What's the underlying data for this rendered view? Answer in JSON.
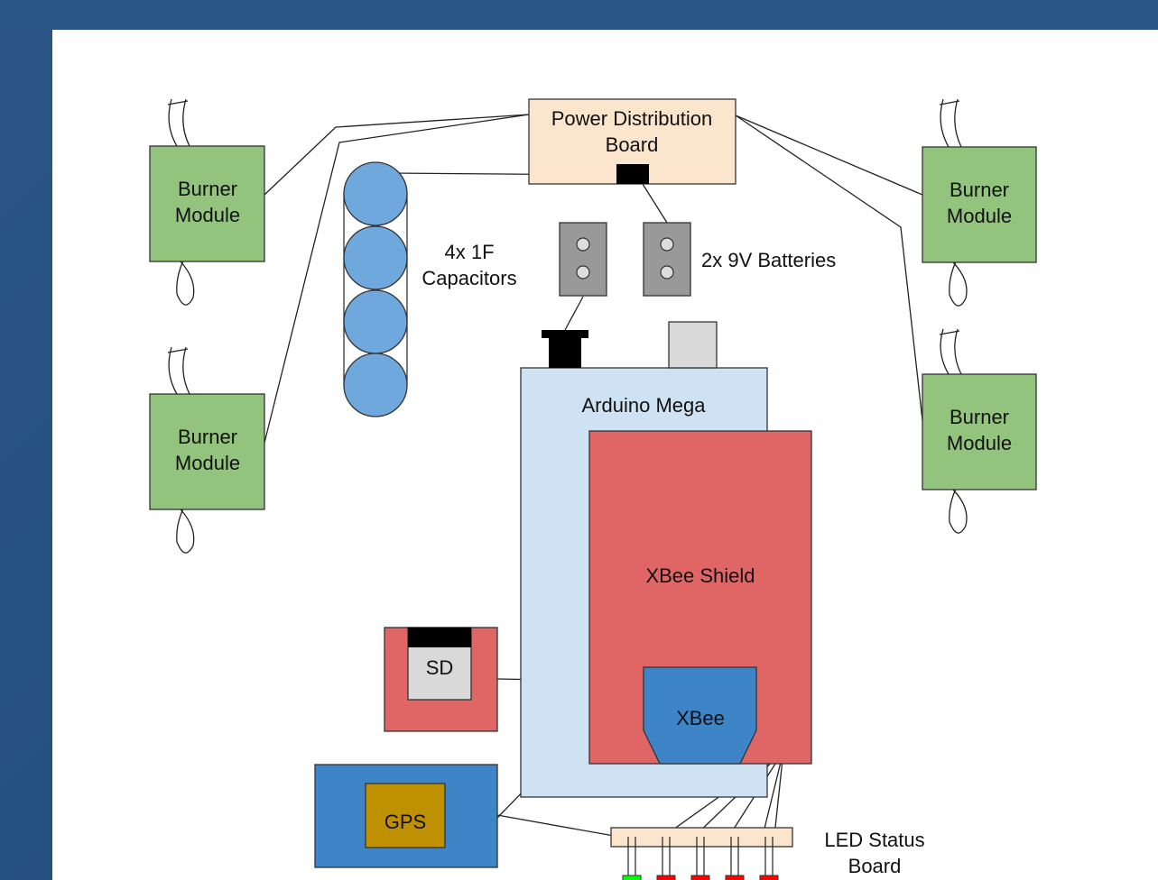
{
  "labels": {
    "power_board_line1": "Power Distribution",
    "power_board_line2": "Board",
    "burner_line1": "Burner",
    "burner_line2": "Module",
    "capacitors_line1": "4x 1F",
    "capacitors_line2": "Capacitors",
    "batteries": "2x 9V Batteries",
    "arduino": "Arduino Mega",
    "xbee_shield": "XBee Shield",
    "xbee": "XBee",
    "sd": "SD",
    "gps": "GPS",
    "led_board_line1": "LED Status",
    "led_board_line2": "Board"
  },
  "colors": {
    "burner_fill": "#93c47d",
    "power_board_fill": "#fce5cd",
    "capacitor_fill": "#6fa8dc",
    "battery_fill": "#999999",
    "arduino_fill": "#cfe2f3",
    "shield_fill": "#e06666",
    "xbee_fill": "#3d85c6",
    "gps_board_fill": "#3d85c6",
    "gps_chip_fill": "#bf9000",
    "sd_fill": "#d9d9d9",
    "led_green": "#00ff00",
    "led_red": "#ff0000"
  }
}
